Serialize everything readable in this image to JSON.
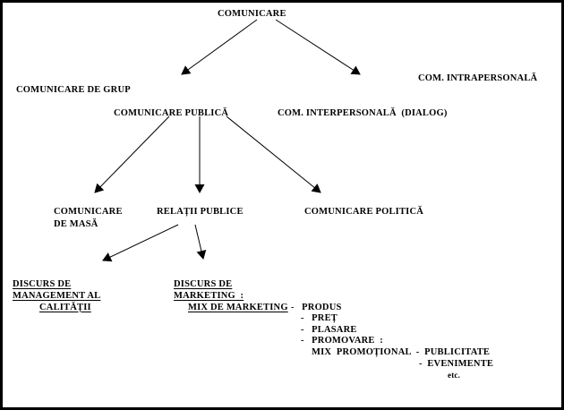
{
  "diagram": {
    "type": "tree-hierarchy",
    "title": "COMUNICARE",
    "language": "ro",
    "border_color": "#000000",
    "text_color": "#000000",
    "background": "#ffffff",
    "nodes": {
      "root": "COMUNICARE",
      "level1_left": "COMUNICARE DE GRUP",
      "level1_right": "COM. INTRAPERSONALĂ",
      "level2_left": "COMUNICARE PUBLICĂ",
      "level2_right": "COM. INTERPERSONALĂ  (DIALOG)",
      "level3_a": "COMUNICARE",
      "level3_a2": "DE MASĂ",
      "level3_b": "RELAȚII PUBLICE",
      "level3_c": "COMUNICARE POLITICĂ"
    },
    "leaf_left": {
      "line1": "DISCURS DE",
      "line2": "MANAGEMENT AL",
      "line3": "CALITĂȚII"
    },
    "leaf_right": {
      "line1": "DISCURS DE",
      "line2": "MARKETING  :",
      "line3": "MIX DE MARKETING"
    },
    "marketing_mix": {
      "items": [
        "-   PRODUS",
        "-   PREȚ",
        "-   PLASARE",
        "-   PROMOVARE  :"
      ],
      "promotional_mix_label": "MIX  PROMOȚIONAL  -  PUBLICITATE",
      "promotional_mix_item2": "-  EVENIMENTE",
      "promotional_mix_etc": "etc."
    },
    "edges": [
      {
        "from": "COMUNICARE",
        "to": "COMUNICARE DE GRUP"
      },
      {
        "from": "COMUNICARE",
        "to": "COM. INTRAPERSONALĂ"
      },
      {
        "from": "COMUNICARE PUBLICĂ",
        "to": "COMUNICARE DE MASĂ"
      },
      {
        "from": "COMUNICARE PUBLICĂ",
        "to": "RELAȚII PUBLICE"
      },
      {
        "from": "COMUNICARE PUBLICĂ",
        "to": "COMUNICARE POLITICĂ"
      },
      {
        "from": "RELAȚII PUBLICE",
        "to": "DISCURS DE MANAGEMENT AL CALITĂȚII"
      },
      {
        "from": "RELAȚII PUBLICE",
        "to": "DISCURS DE MARKETING"
      }
    ]
  }
}
